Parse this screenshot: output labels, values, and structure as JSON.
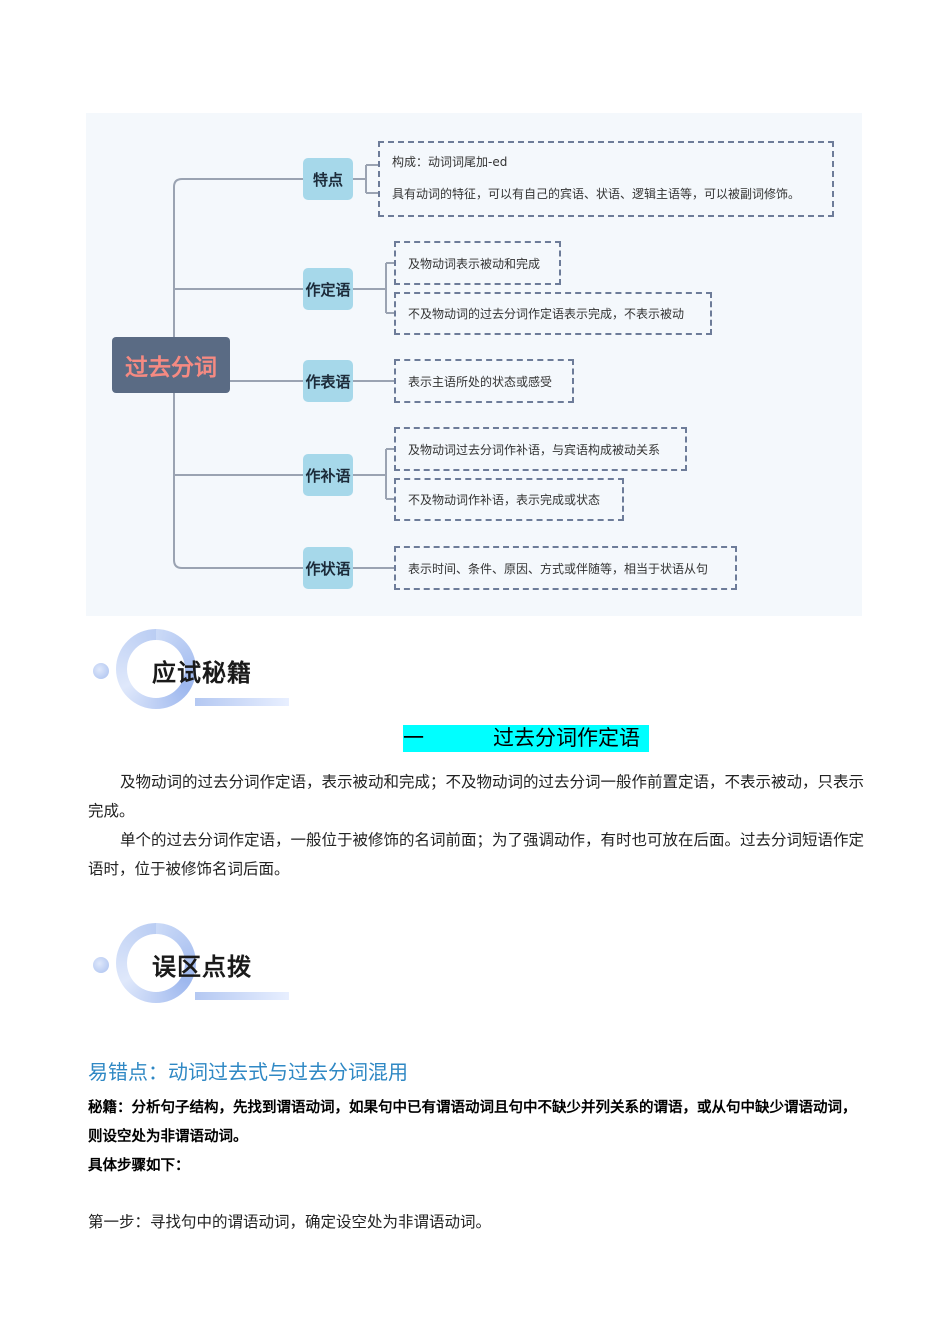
{
  "mindmap": {
    "root": "过去分词",
    "branches": [
      {
        "label": "特点",
        "leaves": [
          "构成：动词词尾加-ed",
          "具有动词的特征，可以有自己的宾语、状语、逻辑主语等，可以被副词修饰。"
        ]
      },
      {
        "label": "作定语",
        "leaves": [
          "及物动词表示被动和完成",
          "不及物动词的过去分词作定语表示完成，不表示被动"
        ]
      },
      {
        "label": "作表语",
        "leaves": [
          "表示主语所处的状态或感受"
        ]
      },
      {
        "label": "作补语",
        "leaves": [
          "及物动词过去分词作补语，与宾语构成被动关系",
          "不及物动词作补语，表示完成或状态"
        ]
      },
      {
        "label": "作状语",
        "leaves": [
          "表示时间、条件、原因、方式或伴随等，相当于状语从句"
        ]
      }
    ]
  },
  "section1": {
    "title": "应试秘籍",
    "heading_num": "一",
    "heading_text": "过去分词作定语",
    "paragraphs": [
      "及物动词的过去分词作定语，表示被动和完成；不及物动词的过去分词一般作前置定语，不表示被动，只表示完成。",
      "单个的过去分词作定语，一般位于被修饰的名词前面；为了强调动作，有时也可放在后面。过去分词短语作定语时，位于被修饰名词后面。"
    ]
  },
  "section2": {
    "title": "误区点拨",
    "error_point": "易错点：动词过去式与过去分词混用",
    "secret": "秘籍：分析句子结构，先找到谓语动词，如果句中已有谓语动词且句中不缺少并列关系的谓语，或从句中缺少谓语动词，则设空处为非谓语动词。",
    "steps_label": "具体步骤如下：",
    "step1": "第一步：寻找句中的谓语动词，确定设空处为非谓语动词。"
  },
  "colors": {
    "root_bg": "#5a6b84",
    "root_text": "#f58a82",
    "branch_bg": "#a6d8ea",
    "highlight": "#00ffff",
    "error_title": "#2f88c4"
  }
}
